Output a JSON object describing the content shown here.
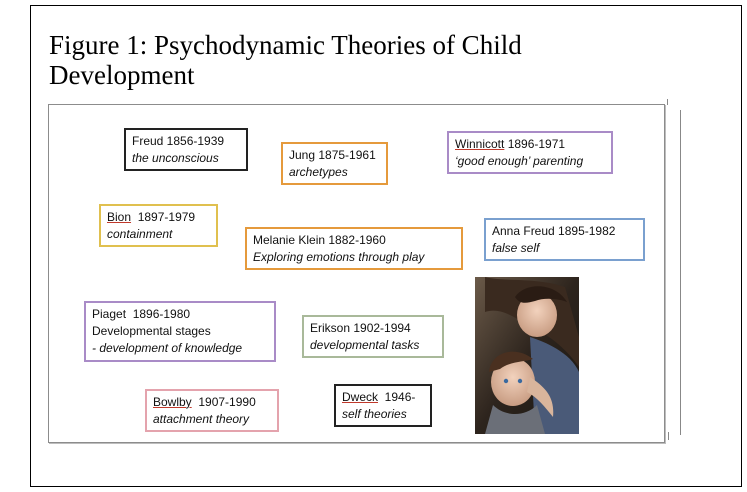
{
  "caption": {
    "line1": "Figure 1: Psychodynamic Theories of Child",
    "line2": "Development"
  },
  "theorists": {
    "freud": {
      "name": "Freud 1856-1939",
      "idea": "the unconscious"
    },
    "jung": {
      "name": "Jung 1875-1961",
      "idea": "archetypes"
    },
    "winnicott": {
      "name_underlined": "Winnicott",
      "name_rest": " 1896-1971",
      "idea": "‘good enough’ parenting"
    },
    "bion": {
      "name_underlined": "Bion",
      "name_rest": "  1897-1979",
      "idea": "containment"
    },
    "klein": {
      "name": "Melanie Klein 1882-1960",
      "idea": "Exploring emotions through play"
    },
    "anna_freud": {
      "name": "Anna Freud 1895-1982",
      "idea": "false self"
    },
    "piaget": {
      "name": "Piaget  1896-1980",
      "line2": "Developmental stages",
      "idea": "- development of knowledge"
    },
    "erikson": {
      "name": "Erikson 1902-1994",
      "idea": "developmental tasks"
    },
    "bowlby": {
      "name_underlined": "Bowlby",
      "name_rest": "  1907-1990",
      "idea": "attachment theory"
    },
    "dweck": {
      "name_underlined": "Dweck",
      "name_rest": "  1946-",
      "idea": "self theories"
    }
  },
  "border_colors": {
    "black": "#222222",
    "orange": "#e59a3c",
    "purple": "#a98bc7",
    "yellow": "#e0c04f",
    "blue": "#7aa0cf",
    "green": "#a9b99a",
    "pink": "#e4a3ad"
  }
}
